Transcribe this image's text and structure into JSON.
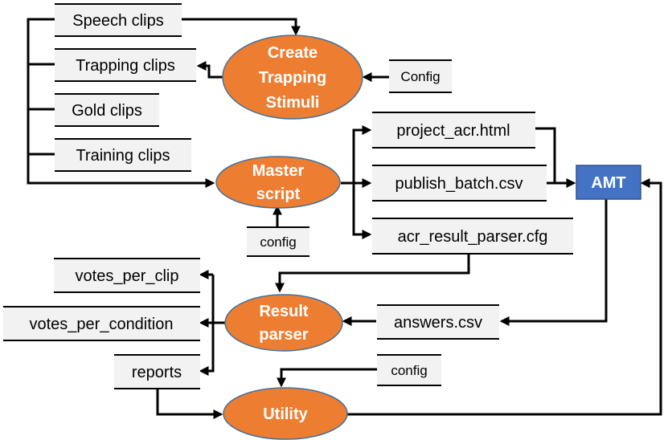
{
  "files": {
    "speech_clips": "Speech clips",
    "trapping_clips": "Trapping clips",
    "gold_clips": "Gold clips",
    "training_clips": "Training clips",
    "project_acr_html": "project_acr.html",
    "publish_batch_csv": "publish_batch.csv",
    "acr_result_parser_cfg": "acr_result_parser.cfg",
    "answers_csv": "answers.csv",
    "votes_per_clip": "votes_per_clip",
    "votes_per_condition": "votes_per_condition",
    "reports": "reports"
  },
  "configs": {
    "create_config": "Config",
    "master_config": "config",
    "utility_config": "config"
  },
  "processes": {
    "create_trapping_stimuli": [
      "Create",
      "Trapping",
      "Stimuli"
    ],
    "master_script": [
      "Master",
      "script"
    ],
    "result_parser": [
      "Result",
      "parser"
    ],
    "utility": [
      "Utility"
    ]
  },
  "services": {
    "amt": "AMT"
  },
  "colors": {
    "process_fill": "#ed7d31",
    "service_fill": "#4472c4",
    "file_fill": "#f2f2f2"
  }
}
